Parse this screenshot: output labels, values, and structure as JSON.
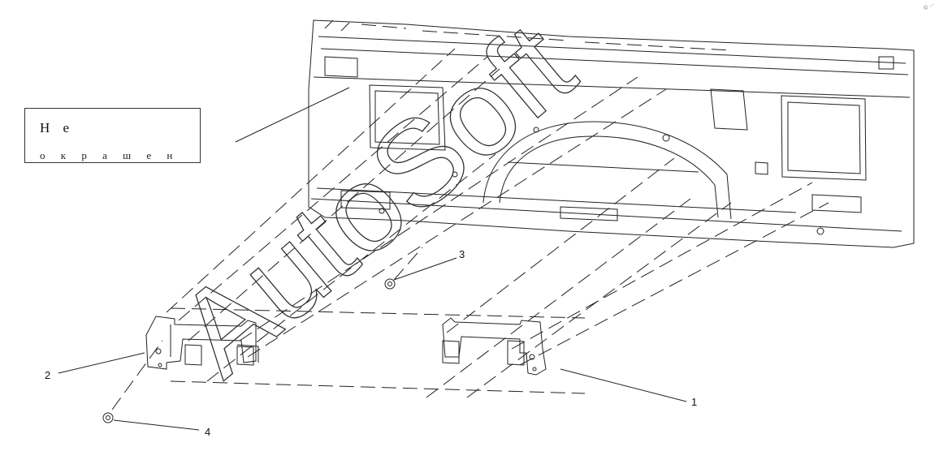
{
  "callout_box": {
    "line1": "Н е",
    "line2": "о к р а ш е н о"
  },
  "part_labels": [
    "1",
    "2",
    "3",
    "4"
  ],
  "watermark": "AutoSoft",
  "corner_mark": "© ...",
  "colors": {
    "line": "#222222",
    "watermark_stroke": "#333333",
    "background": "#ffffff"
  }
}
